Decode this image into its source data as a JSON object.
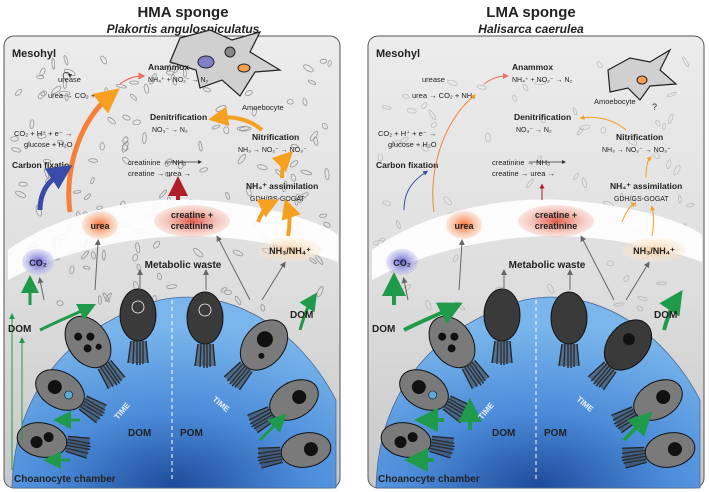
{
  "panels": [
    {
      "title": "HMA sponge",
      "species": "Plakortis angulospiculatus",
      "labels": {
        "mesohyl": "Mesohyl",
        "urease": "urease",
        "urea_reaction": "urea → CO₂ + NH₃",
        "anammox": "Anammox",
        "anammox_reaction": "NH₄⁺ + NO₂⁻ → N₂",
        "amoebocyte": "Amoebocyte",
        "co2_reaction_1": "CO₂ + H⁺ + e⁻ →",
        "co2_reaction_2": "glucose + H₂O",
        "denitrification": "Denitrification",
        "denitrification_reaction": "NO₃⁻ → N₂",
        "nitrification": "Nitrification",
        "nitrification_reaction": "NH₃ → NO₂⁻ → NO₃⁻",
        "carbon_fixation": "Carbon fixation",
        "creatinine_reaction_1": "creatinine → NH₃",
        "creatinine_reaction_2": "creatine → urea →",
        "nh4_assimilation": "NH₄⁺ assimilation",
        "gdh": "GDH/GS-GOGAT",
        "urea_blob": "urea",
        "creatine_blob": "creatine +",
        "creatinine_blob": "creatinine",
        "co2_blob": "CO₂",
        "nh3_blob": "NH₃/NH₄⁺",
        "metabolic_waste": "Metabolic waste",
        "dom_left": "DOM",
        "dom_right": "DOM",
        "time_left": "TIME",
        "time_right": "TIME",
        "dom_center": "DOM",
        "pom_center": "POM",
        "choanocyte_chamber": "Choanocyte chamber"
      }
    },
    {
      "title": "LMA sponge",
      "species": "Halisarca caerulea",
      "labels": {
        "mesohyl": "Mesohyl",
        "urease": "urease",
        "urea_reaction": "urea → CO₂ + NH₃",
        "anammox": "Anammox",
        "anammox_reaction": "NH₄⁺ + NO₂⁻ → N₂",
        "amoebocyte": "Amoebocyte",
        "question": "?",
        "co2_reaction_1": "CO₂ + H⁺ + e⁻ →",
        "co2_reaction_2": "glucose + H₂O",
        "denitrification": "Denitrification",
        "denitrification_reaction": "NO₃⁻ → N₂",
        "nitrification": "Nitrification",
        "nitrification_reaction": "NH₃ → NO₂⁻ → NO₃⁻",
        "carbon_fixation": "Carbon fixation",
        "creatinine_reaction_1": "creatinine → NH₃",
        "creatinine_reaction_2": "creatine → urea →",
        "nh4_assimilation": "NH₄⁺ assimilation",
        "gdh": "GDH/GS-GOGAT",
        "urea_blob": "urea",
        "creatine_blob": "creatine +",
        "creatinine_blob": "creatinine",
        "co2_blob": "CO₂",
        "nh3_blob": "NH₃/NH₄⁺",
        "metabolic_waste": "Metabolic waste",
        "dom_left": "DOM",
        "dom_right": "DOM",
        "time_left": "TIME",
        "time_right": "TIME",
        "dom_center": "DOM",
        "pom_center": "POM",
        "choanocyte_chamber": "Choanocyte chamber"
      }
    }
  ],
  "colors": {
    "orange_arrow": "#f5a020",
    "blue_arrow": "#3a4aa8",
    "red_arrow": "#b01e2a",
    "green_arrow": "#1e9a4a",
    "urea_blob": "#f07a3a",
    "co2_blob": "#6a6ad8",
    "chamber_blue": "#4a90d8"
  }
}
